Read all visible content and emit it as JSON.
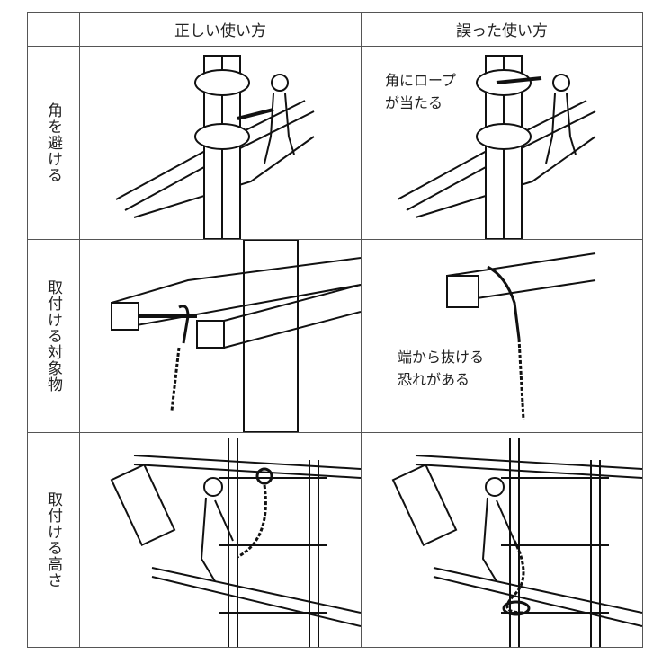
{
  "header": {
    "corner": "",
    "correct": "正しい使い方",
    "wrong": "誤った使い方"
  },
  "rows": [
    {
      "label": "角を避ける",
      "wrong_note": [
        "角にロープ",
        "が当たる"
      ]
    },
    {
      "label": "取付ける対象物",
      "wrong_note": [
        "端から抜ける",
        "恐れがある"
      ]
    },
    {
      "label": "取付ける高さ",
      "wrong_note": []
    }
  ]
}
